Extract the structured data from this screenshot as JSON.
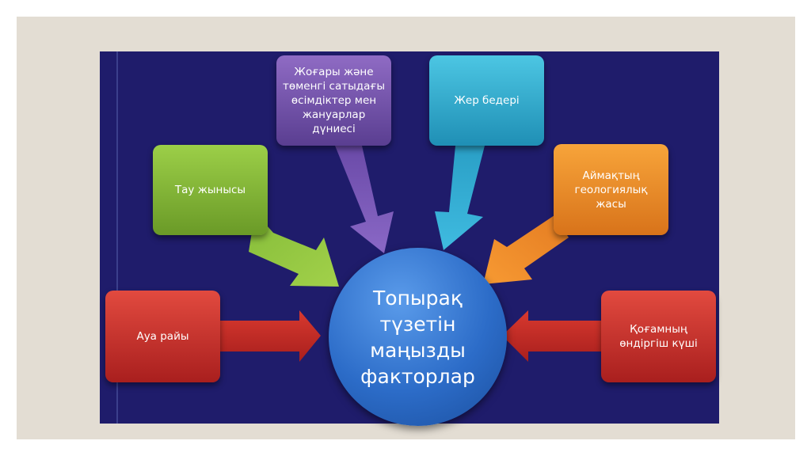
{
  "diagram": {
    "center": {
      "label": "Топырақ\nтүзетін\nмаңызды\nфакторлар"
    },
    "factors": [
      {
        "label": "Жоғары және\nтөменгі сатыдағы\nөсімдіктер мен\nжануарлар\nдүниесі",
        "color": "#7a55b3"
      },
      {
        "label": "Жер бедері",
        "color": "#36b0d4"
      },
      {
        "label": "Тау жынысы",
        "color": "#8cbf3b"
      },
      {
        "label": "Аймақтың\nгеологиялық\nжасы",
        "color": "#f08a2a"
      },
      {
        "label": "Ауа райы",
        "color": "#c8322c"
      },
      {
        "label": "Қоғамның\nөндіргіш күші",
        "color": "#c8322c"
      }
    ]
  }
}
